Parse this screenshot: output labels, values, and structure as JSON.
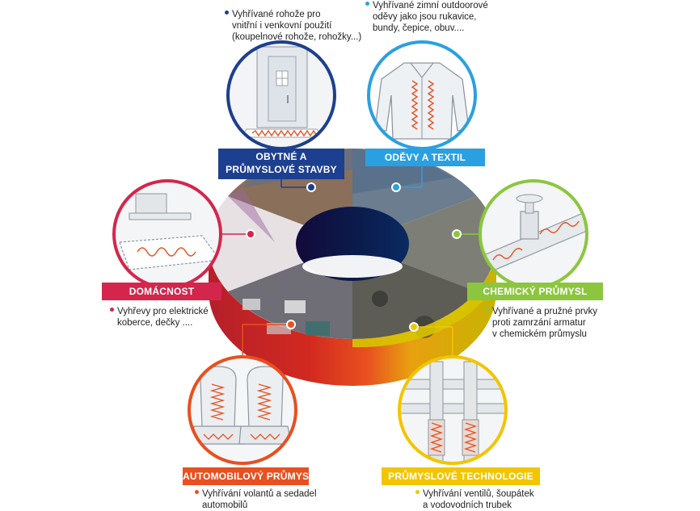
{
  "colors": {
    "blue_dark": "#1d3f8f",
    "blue_light": "#2aa0e0",
    "green": "#8cc63f",
    "yellow": "#f2c500",
    "orange": "#e8501f",
    "red": "#d4264c"
  },
  "segments": [
    {
      "id": "obytne",
      "label_line1": "OBYTNÉ A",
      "label_line2": "PRŮMYSLOVÉ STAVBY",
      "desc": [
        "Vyhřívané rohože pro",
        "vnitřní i venkovní použití",
        "(koupelnové rohože, rohožky...)"
      ],
      "icon": "doorway-heating-mat-icon",
      "color": "#1d3f8f"
    },
    {
      "id": "odevy",
      "label": "ODĚVY A TEXTIL",
      "desc": [
        "Vyhřívané zimní outdoorové",
        "oděvy jako jsou rukavice,",
        "bundy, čepice, obuv...."
      ],
      "icon": "heated-jacket-icon",
      "color": "#2aa0e0"
    },
    {
      "id": "chemicky",
      "label": "CHEMICKÝ PRŮMYSL",
      "desc": [
        "Vyhřívané a pružné prvky",
        "proti zamrzání armatur",
        "v chemickém průmyslu"
      ],
      "icon": "heated-valve-icon",
      "color": "#8cc63f"
    },
    {
      "id": "technologie",
      "label": "PRŮMYSLOVÉ TECHNOLOGIE",
      "desc": [
        "Vyhřívání ventilů, šoupátek",
        "a vodovodních trubek"
      ],
      "icon": "heated-pipes-icon",
      "color": "#f2c500"
    },
    {
      "id": "automobil",
      "label": "AUTOMOBILOVÝ PRŮMYSL",
      "desc": [
        "Vyhřívání volantů a sedadel",
        "automobilů"
      ],
      "icon": "heated-car-seats-icon",
      "color": "#e8501f"
    },
    {
      "id": "domacnost",
      "label": "DOMÁCNOST",
      "desc": [
        "Vyhřevy pro elektrické",
        "koberce, dečky ...."
      ],
      "icon": "heated-carpet-icon",
      "color": "#d4264c"
    }
  ]
}
